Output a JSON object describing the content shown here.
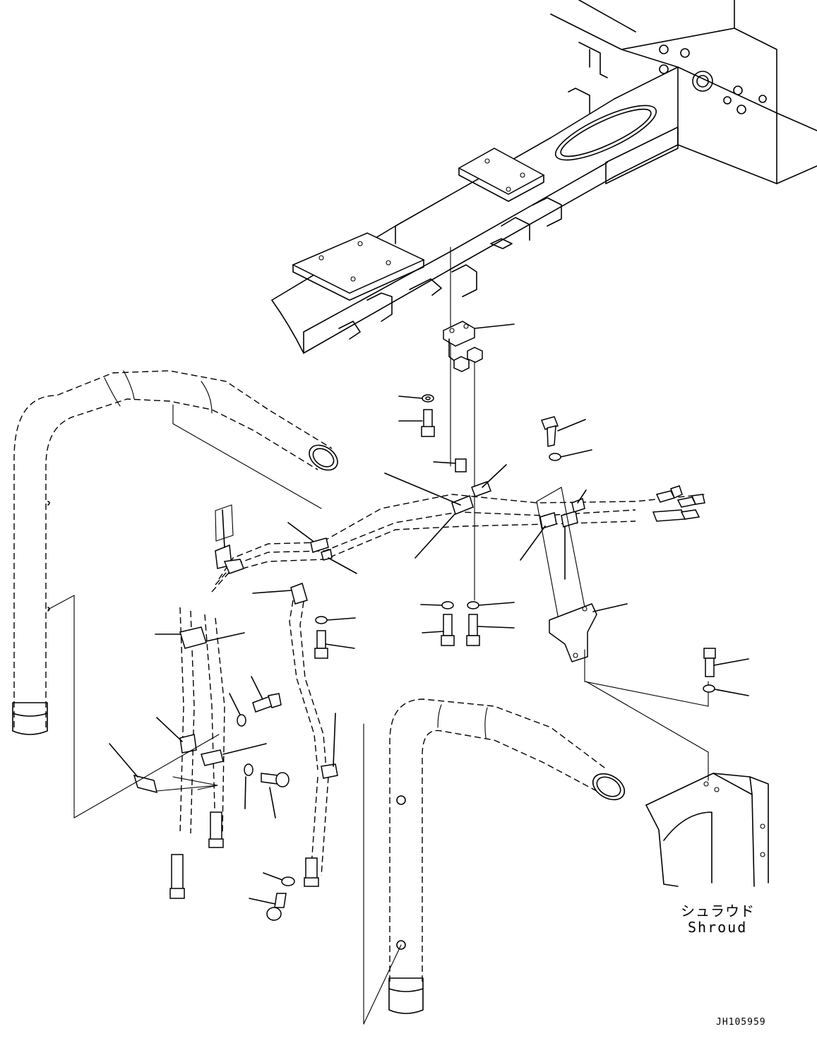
{
  "labels": {
    "shroud_jp": "シュラウド",
    "shroud_en": "Shroud",
    "drawing_code": "JH105959"
  },
  "colors": {
    "line": "#000000",
    "background": "#ffffff"
  }
}
